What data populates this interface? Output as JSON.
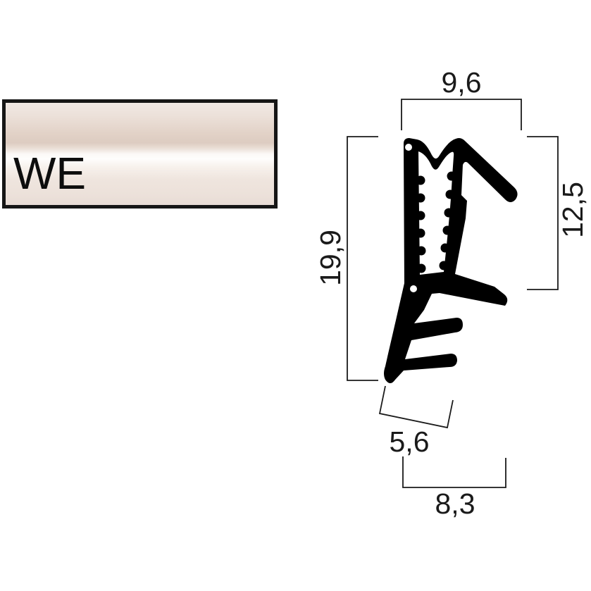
{
  "page": {
    "background_color": "#ffffff"
  },
  "swatch": {
    "label": "WE",
    "border_color": "#161616",
    "base_color": "#e2d2c7",
    "highlight_color": "#fefdfc"
  },
  "diagram": {
    "profile_color": "#000000",
    "line_color": "#1a1a1a",
    "dimensions": {
      "top_width": "9,6",
      "right_height": "12,5",
      "left_height": "19,9",
      "bottom_foot_width": "5,6",
      "bottom_overall_width": "8,3"
    }
  }
}
